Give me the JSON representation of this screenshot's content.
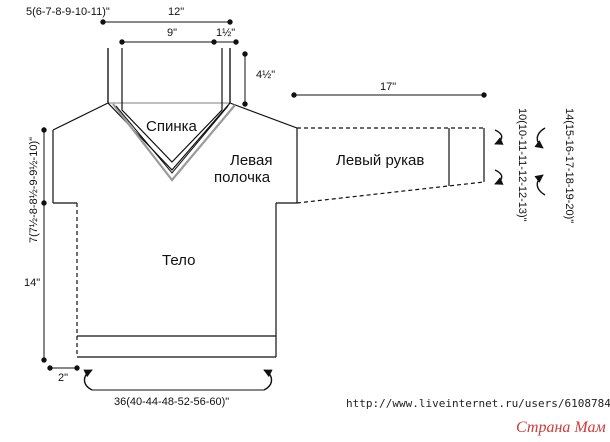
{
  "colors": {
    "line": "#111111",
    "neck_stripe": "#9a9a9a",
    "watermark": "#d03a3a"
  },
  "labels": {
    "back": "Спинка",
    "left_front_line1": "Левая",
    "left_front_line2": "полочка",
    "left_sleeve": "Левый рукав",
    "body": "Тело"
  },
  "dimensions": {
    "shoulder_width": "5(6-7-8-9-10-11)\"",
    "top_width": "12\"",
    "neck_width": "9\"",
    "collar_band": "1½\"",
    "collar_height": "4½\"",
    "sleeve_length": "17\"",
    "cuff_width": "10(10-11-11-12-12-13)\"",
    "upper_arm": "14(15-16-17-18-19-20)\"",
    "armhole_depth": "7(7½-8-8½-9-9½-10)\"",
    "body_length": "14\"",
    "ribbing": "2\"",
    "chest": "36(40-44-48-52-56-60)\""
  },
  "footer": {
    "url": "http://www.liveinternet.ru/users/6108784/",
    "watermark": "Страна Мам"
  },
  "icons": [
    "arrow-head-icon",
    "curved-arrow-icon"
  ]
}
